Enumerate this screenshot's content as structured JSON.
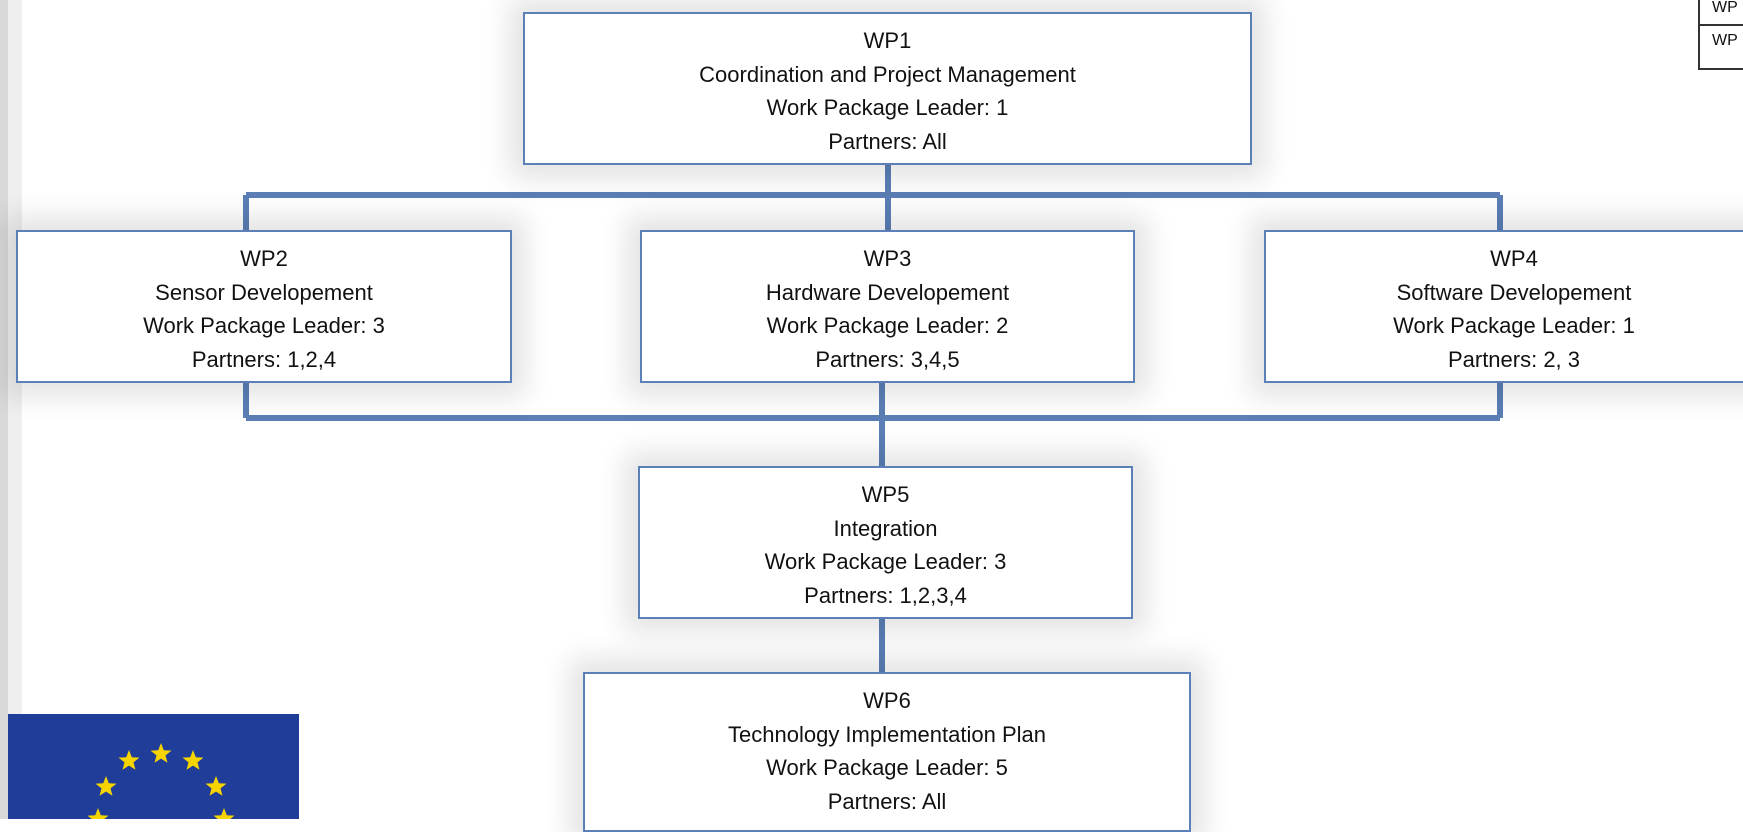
{
  "colors": {
    "box_border": "#5b7fb6",
    "connector": "#5b7fb6",
    "flag_blue": "#1f3d99",
    "star_yellow": "#f5d400"
  },
  "packages": [
    {
      "id": "WP1",
      "title": "Coordination and Project Management",
      "leader": "Work Package Leader: 1",
      "partners": "Partners: All"
    },
    {
      "id": "WP2",
      "title": "Sensor Developement",
      "leader": "Work Package Leader: 3",
      "partners": "Partners: 1,2,4"
    },
    {
      "id": "WP3",
      "title": "Hardware Developement",
      "leader": "Work Package Leader: 2",
      "partners": "Partners: 3,4,5"
    },
    {
      "id": "WP4",
      "title": "Software Developement",
      "leader": "Work Package Leader: 1",
      "partners": "Partners: 2, 3"
    },
    {
      "id": "WP5",
      "title": "Integration",
      "leader": "Work Package Leader: 3",
      "partners": "Partners: 1,2,3,4"
    },
    {
      "id": "WP6",
      "title": "Technology Implementation Plan",
      "leader": "Work Package Leader: 5",
      "partners": "Partners: All"
    }
  ],
  "corner_table": {
    "rows": [
      "WP",
      "WP"
    ]
  },
  "logo": {
    "name": "eu-flag",
    "icon": "star-icon"
  }
}
